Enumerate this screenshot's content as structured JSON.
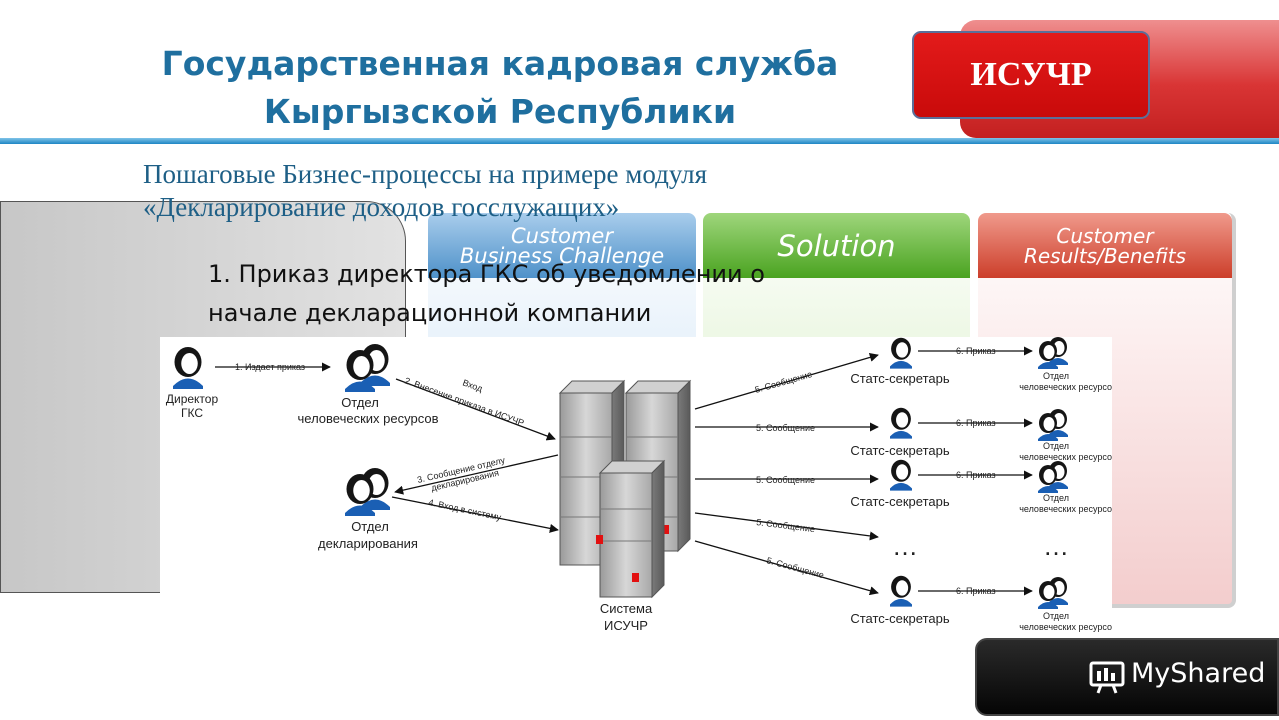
{
  "header": {
    "title_line1": "Государственная кадровая служба",
    "title_line2": "Кыргызской Республики",
    "brand": "ИСУЧР"
  },
  "subtitle": {
    "line1": "Пошаговые Бизнес-процессы на примере модуля",
    "line2": "«Декларирование доходов госслужащих»"
  },
  "cards": [
    {
      "line1": "Customer",
      "line2": "Business Challenge"
    },
    {
      "line1": "Solution",
      "line2": ""
    },
    {
      "line1": "Customer",
      "line2": "Results/Benefits"
    }
  ],
  "step": {
    "line1": "1. Приказ директора ГКС об уведомлении о",
    "line2": "начале декларационной компании"
  },
  "diagram": {
    "director": {
      "line1": "Директор",
      "line2": "ГКС"
    },
    "hr_dept": {
      "line1": "Отдел",
      "line2": "человеческих ресурсов"
    },
    "decl_dept": {
      "line1": "Отдел",
      "line2": "декларирования"
    },
    "system": {
      "line1": "Система",
      "line2": "ИСУЧР"
    },
    "edges": {
      "issue_order": "1. Издает приказ",
      "entry": "Вход",
      "enter_order": "2. Внесение приказа в ИСУЧР",
      "notify_decl": "3. Сообщение отделу",
      "notify_decl_2": "декларирования",
      "login": "4. Вход в систему",
      "message": "5. Сообщение",
      "order": "6. Приказ"
    },
    "secretary": "Статс-секретарь",
    "target": {
      "line1": "Отдел",
      "line2": "человеческих ресурсов"
    },
    "ellipsis": "…"
  },
  "watermark": {
    "text": "MyShared"
  },
  "colors": {
    "title": "#1f6f9f",
    "brand_red": "#d11010",
    "subtitle": "#1e5f86"
  }
}
